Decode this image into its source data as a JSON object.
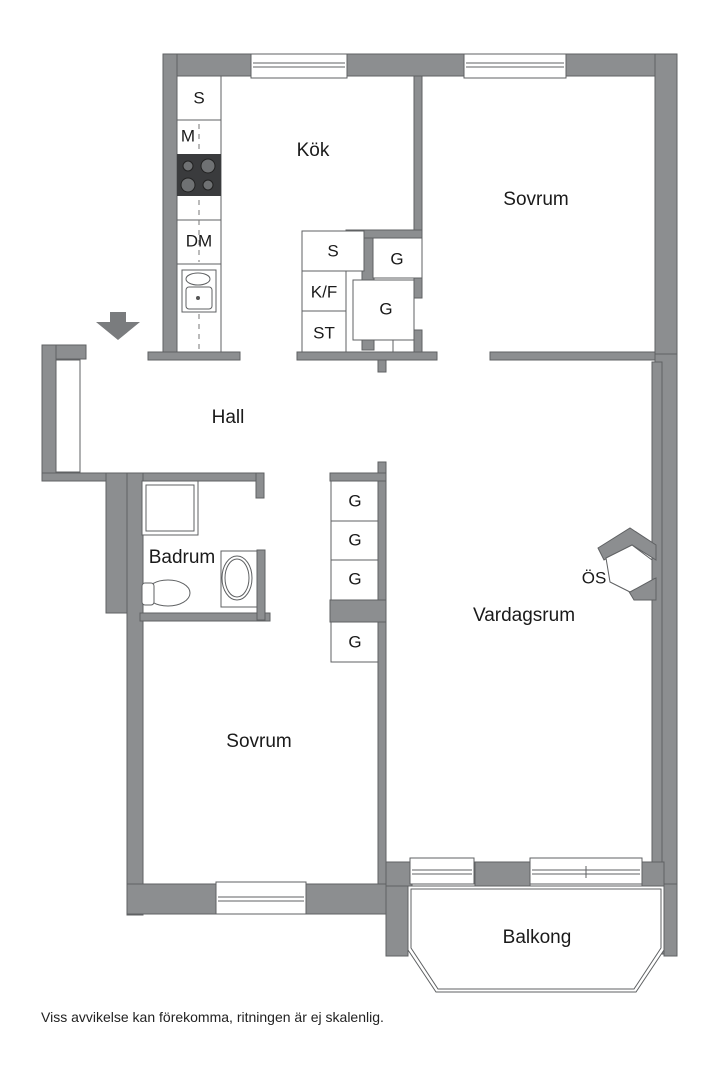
{
  "floorplan": {
    "rooms": {
      "kitchen": "Kök",
      "bedroom_top": "Sovrum",
      "hall": "Hall",
      "bathroom": "Badrum",
      "living_room": "Vardagsrum",
      "bedroom_bottom": "Sovrum",
      "balcony": "Balkong"
    },
    "kitchen_fixtures": {
      "fridge": "S",
      "microwave": "M",
      "dishwasher": "DM"
    },
    "closets": {
      "kitchen_s": "S",
      "kitchen_kf": "K/F",
      "kitchen_st": "ST",
      "wardrobe_1": "G",
      "wardrobe_2": "G",
      "living_g1": "G",
      "living_g2": "G",
      "living_g3": "G",
      "bedroom_g": "G"
    },
    "fireplace_label": "ÖS",
    "wall_color": "#8c8e90"
  },
  "disclaimer": "Viss avvikelse kan förekomma, ritningen är ej skalenlig."
}
